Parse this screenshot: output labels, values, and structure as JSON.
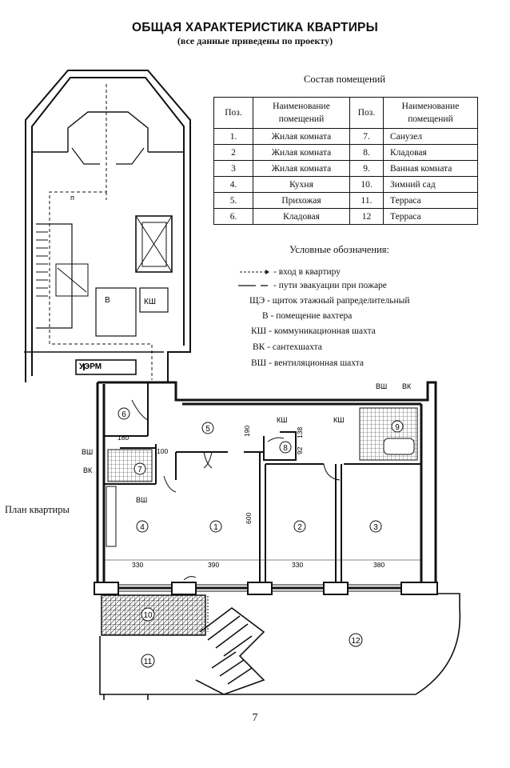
{
  "header": {
    "title": "ОБЩАЯ ХАРАКТЕРИСТИКА КВАРТИРЫ",
    "subtitle": "(все данные приведены по проекту)"
  },
  "rooms": {
    "heading": "Состав помещений",
    "col_pos": "Поз.",
    "col_name": "Наименование помещений",
    "rows": [
      {
        "pos": "1.",
        "name": "Жилая комната",
        "pos2": "7.",
        "name2": "Санузел"
      },
      {
        "pos": "2",
        "name": "Жилая комната",
        "pos2": "8.",
        "name2": "Кладовая"
      },
      {
        "pos": "3",
        "name": "Жилая комната",
        "pos2": "9.",
        "name2": "Ванная комната"
      },
      {
        "pos": "4.",
        "name": "Кухня",
        "pos2": "10.",
        "name2": "Зимний сад"
      },
      {
        "pos": "5.",
        "name": "Прихожая",
        "pos2": "11.",
        "name2": "Терраса"
      },
      {
        "pos": "6.",
        "name": "Кладовая",
        "pos2": "12",
        "name2": "Терраса"
      }
    ]
  },
  "legend": {
    "heading": "Условные обозначения:",
    "items": [
      {
        "symbol": "",
        "text": "- вход в квартиру"
      },
      {
        "symbol": "",
        "text": "- пути эвакуации при пожаре"
      },
      {
        "symbol": "ЩЭ",
        "text": "- щиток этажный рапределительный"
      },
      {
        "symbol": "В",
        "text": "- помещение вахтера"
      },
      {
        "symbol": "КШ",
        "text": "- коммуникационная шахта"
      },
      {
        "symbol": "ВК",
        "text": "- сантехшахта"
      },
      {
        "symbol": "ВШ",
        "text": "- вентиляционная шахта"
      }
    ]
  },
  "plan": {
    "label": "План квартиры",
    "tags": {
      "uerm": "УЭРМ",
      "ksh": "КШ",
      "vsh": "ВШ",
      "vk": "ВК",
      "v": "В",
      "n": "п"
    },
    "room_numbers": [
      "1",
      "2",
      "3",
      "4",
      "5",
      "6",
      "7",
      "8",
      "9",
      "10",
      "11",
      "12"
    ],
    "dimensions": {
      "d180": "180",
      "d100": "100",
      "d190": "190",
      "d138": "138",
      "d92": "92",
      "d600": "600",
      "d330a": "330",
      "d390": "390",
      "d330b": "330",
      "d380": "380"
    }
  },
  "footer": {
    "page_number": "7"
  }
}
